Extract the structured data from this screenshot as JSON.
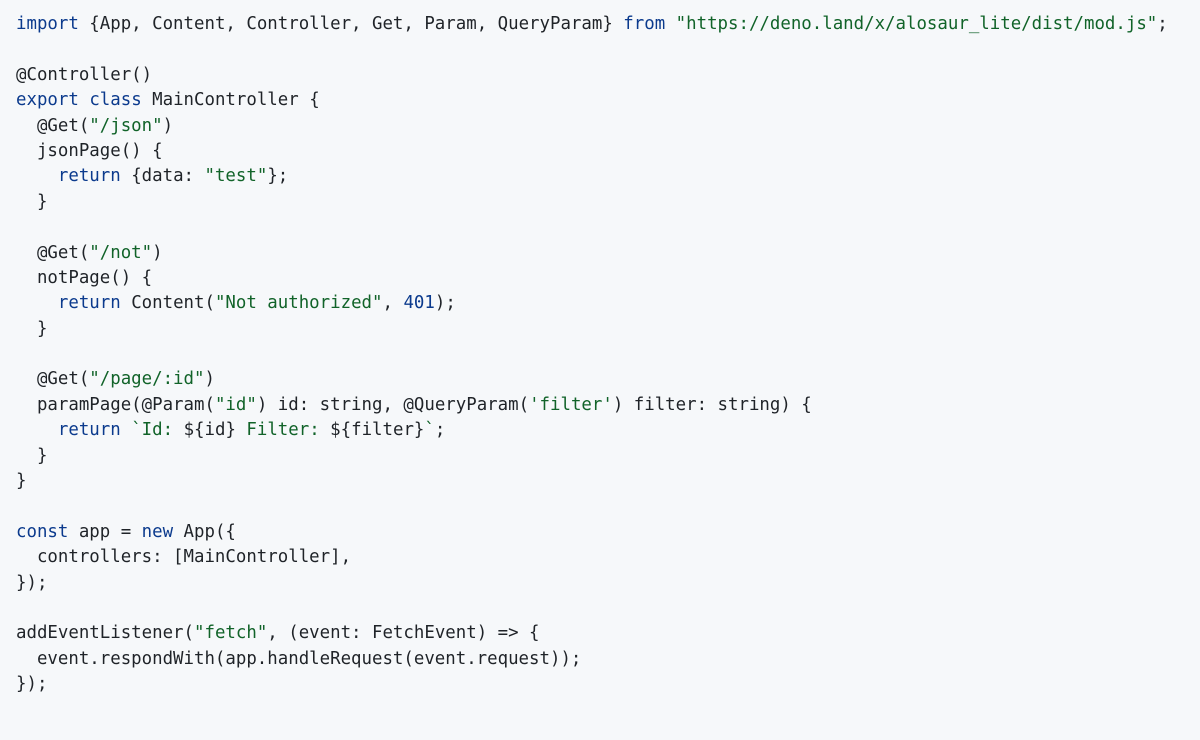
{
  "colors": {
    "background": "#f6f8fa",
    "keyword": "#0b3a8d",
    "string": "#116329",
    "number": "#0b3a8d",
    "plain": "#1f2328"
  },
  "code_lines": [
    [
      {
        "t": "keyword",
        "v": "import"
      },
      {
        "t": "plain",
        "v": " {App, Content, Controller, Get, Param, QueryParam} "
      },
      {
        "t": "keyword",
        "v": "from"
      },
      {
        "t": "plain",
        "v": " "
      },
      {
        "t": "string",
        "v": "\"https://deno.land/x/alosaur_lite/dist/mod.js\""
      },
      {
        "t": "plain",
        "v": ";"
      }
    ],
    [],
    [
      {
        "t": "plain",
        "v": "@Controller()"
      }
    ],
    [
      {
        "t": "keyword",
        "v": "export"
      },
      {
        "t": "plain",
        "v": " "
      },
      {
        "t": "keyword",
        "v": "class"
      },
      {
        "t": "plain",
        "v": " MainController {"
      }
    ],
    [
      {
        "t": "plain",
        "v": "  @Get("
      },
      {
        "t": "string",
        "v": "\"/json\""
      },
      {
        "t": "plain",
        "v": ")"
      }
    ],
    [
      {
        "t": "plain",
        "v": "  jsonPage() {"
      }
    ],
    [
      {
        "t": "plain",
        "v": "    "
      },
      {
        "t": "keyword",
        "v": "return"
      },
      {
        "t": "plain",
        "v": " {data: "
      },
      {
        "t": "string",
        "v": "\"test\""
      },
      {
        "t": "plain",
        "v": "};"
      }
    ],
    [
      {
        "t": "plain",
        "v": "  }"
      }
    ],
    [],
    [
      {
        "t": "plain",
        "v": "  @Get("
      },
      {
        "t": "string",
        "v": "\"/not\""
      },
      {
        "t": "plain",
        "v": ")"
      }
    ],
    [
      {
        "t": "plain",
        "v": "  notPage() {"
      }
    ],
    [
      {
        "t": "plain",
        "v": "    "
      },
      {
        "t": "keyword",
        "v": "return"
      },
      {
        "t": "plain",
        "v": " Content("
      },
      {
        "t": "string",
        "v": "\"Not authorized\""
      },
      {
        "t": "plain",
        "v": ", "
      },
      {
        "t": "number",
        "v": "401"
      },
      {
        "t": "plain",
        "v": ");"
      }
    ],
    [
      {
        "t": "plain",
        "v": "  }"
      }
    ],
    [],
    [
      {
        "t": "plain",
        "v": "  @Get("
      },
      {
        "t": "string",
        "v": "\"/page/:id\""
      },
      {
        "t": "plain",
        "v": ")"
      }
    ],
    [
      {
        "t": "plain",
        "v": "  paramPage(@Param("
      },
      {
        "t": "string",
        "v": "\"id\""
      },
      {
        "t": "plain",
        "v": ") id: string, @QueryParam("
      },
      {
        "t": "string",
        "v": "'filter'"
      },
      {
        "t": "plain",
        "v": ") filter: string) {"
      }
    ],
    [
      {
        "t": "plain",
        "v": "    "
      },
      {
        "t": "keyword",
        "v": "return"
      },
      {
        "t": "plain",
        "v": " "
      },
      {
        "t": "string",
        "v": "`Id: "
      },
      {
        "t": "plain",
        "v": "${id}"
      },
      {
        "t": "string",
        "v": " Filter: "
      },
      {
        "t": "plain",
        "v": "${filter}"
      },
      {
        "t": "string",
        "v": "`"
      },
      {
        "t": "plain",
        "v": ";"
      }
    ],
    [
      {
        "t": "plain",
        "v": "  }"
      }
    ],
    [
      {
        "t": "plain",
        "v": "}"
      }
    ],
    [],
    [
      {
        "t": "keyword",
        "v": "const"
      },
      {
        "t": "plain",
        "v": " app = "
      },
      {
        "t": "keyword",
        "v": "new"
      },
      {
        "t": "plain",
        "v": " App({"
      }
    ],
    [
      {
        "t": "plain",
        "v": "  controllers: [MainController],"
      }
    ],
    [
      {
        "t": "plain",
        "v": "});"
      }
    ],
    [],
    [
      {
        "t": "plain",
        "v": "addEventListener("
      },
      {
        "t": "string",
        "v": "\"fetch\""
      },
      {
        "t": "plain",
        "v": ", (event: FetchEvent) => {"
      }
    ],
    [
      {
        "t": "plain",
        "v": "  event.respondWith(app.handleRequest(event.request));"
      }
    ],
    [
      {
        "t": "plain",
        "v": "});"
      }
    ]
  ]
}
